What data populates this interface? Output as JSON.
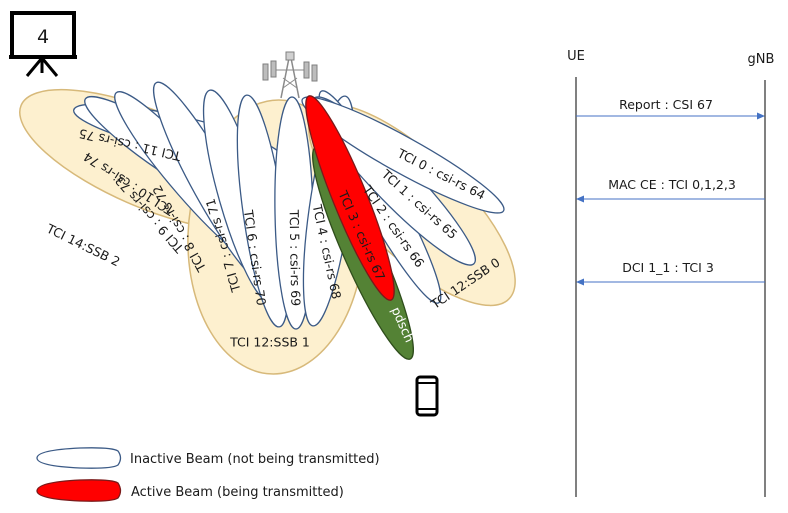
{
  "slide_number": "4",
  "beams": {
    "ssb": [
      {
        "label": "TCI 14:SSB 2"
      },
      {
        "label": "TCI 12:SSB 1"
      },
      {
        "label": "TCI 12:SSB 0"
      }
    ],
    "csi": [
      {
        "label": "TCI 11 : csi-rs 75"
      },
      {
        "label": "TCI 10 : csi-rs 74"
      },
      {
        "label": "TCI 9 : csi-rs 73"
      },
      {
        "label": "TCI 8 : csi-rs 72"
      },
      {
        "label": "TCI 7 : csi-rs 71"
      },
      {
        "label": "TCI 6 : csi-rs 70"
      },
      {
        "label": "TCI 5 : csi-rs 69"
      },
      {
        "label": "TCI 4 : csi-rs 68"
      },
      {
        "label": "TCI 3 : csi-rs 67"
      },
      {
        "label": "TCI 2 : csi-rs 66"
      },
      {
        "label": "TCI 1 : csi-rs 65"
      },
      {
        "label": "TCI 0 : csi-rs 64"
      }
    ],
    "pdsch_label": "pdsch"
  },
  "legend": {
    "inactive": "Inactive Beam (not being  transmitted)",
    "active": "Active Beam (being  transmitted)"
  },
  "sequence": {
    "ue_label": "UE",
    "gnb_label": "gNB",
    "messages": [
      {
        "label": "Report : CSI 67",
        "direction": "ue-to-gnb"
      },
      {
        "label": "MAC CE : TCI 0,1,2,3",
        "direction": "gnb-to-ue"
      },
      {
        "label": "DCI 1_1 : TCI 3",
        "direction": "gnb-to-ue"
      }
    ]
  },
  "colors": {
    "ssb_fill": "#fdf0cf",
    "ssb_stroke": "#d7b97a",
    "beam_stroke": "#3b5a86",
    "active_fill": "#ff0000",
    "pdsch_fill": "#548235",
    "arrow": "#4472c4",
    "line": "#000000"
  }
}
